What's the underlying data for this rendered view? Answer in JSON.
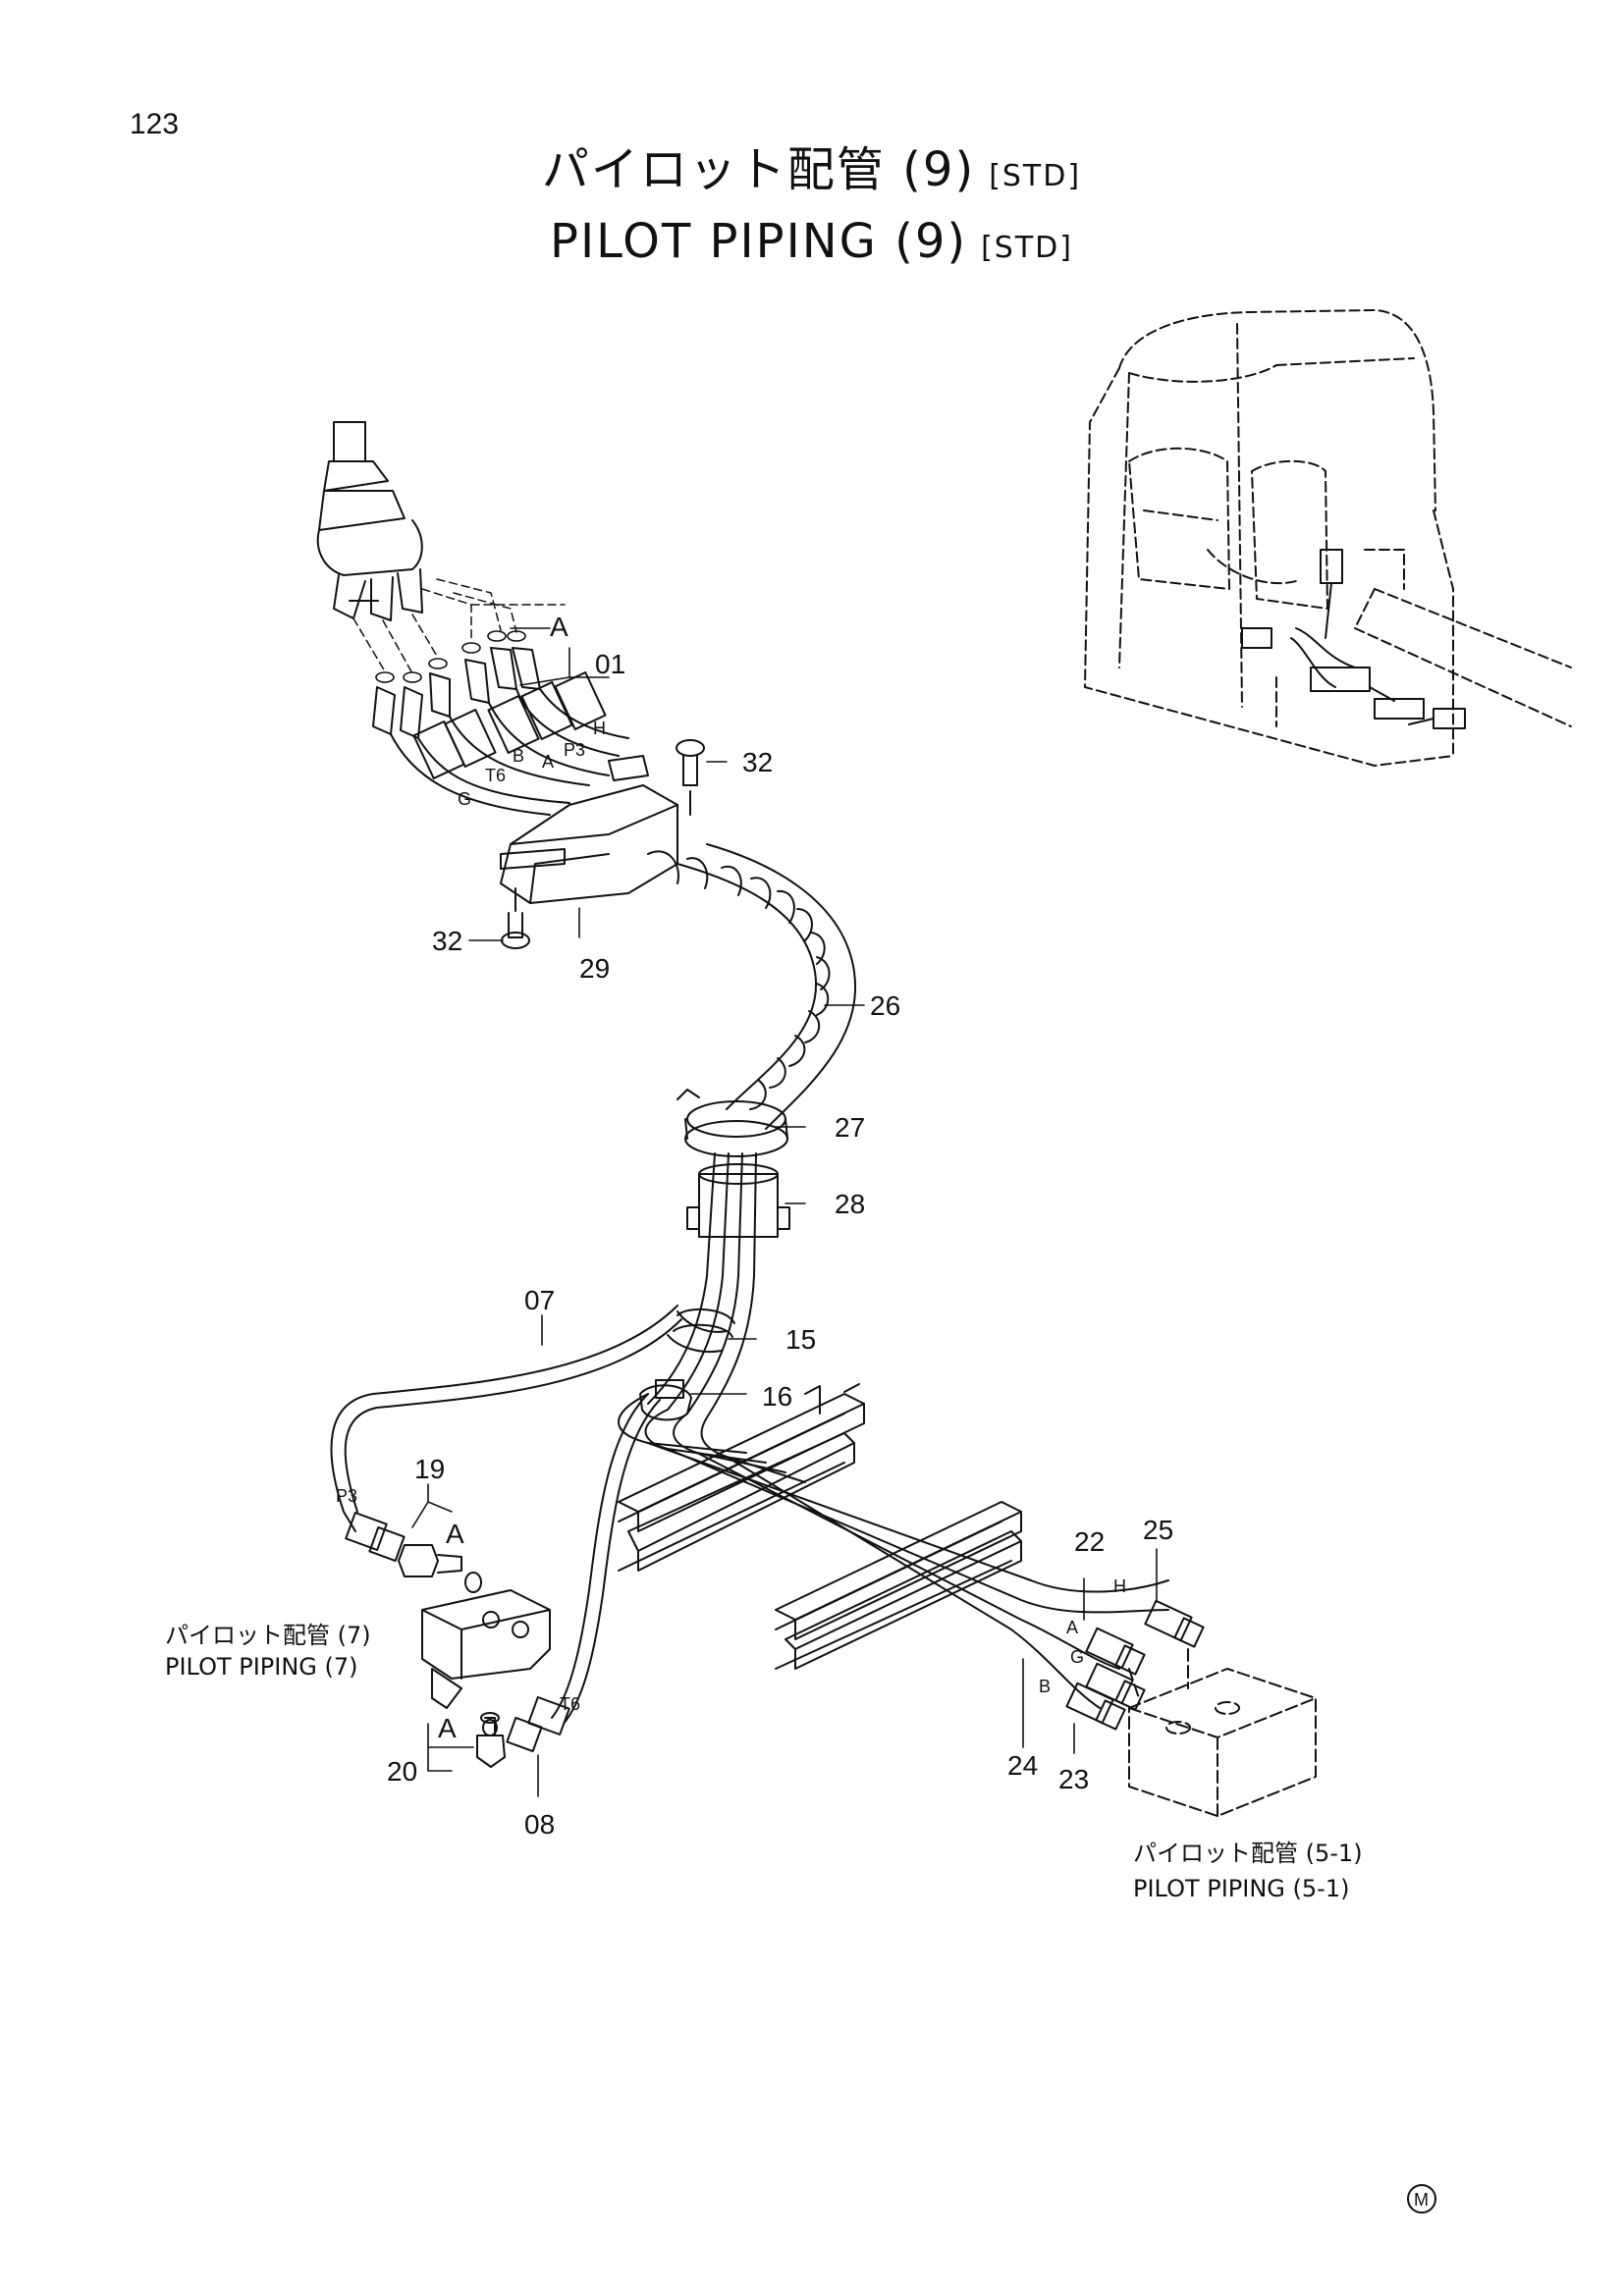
{
  "page_number": "123",
  "title": {
    "jp": "パイロット配管 (9)",
    "jp_tag": "[STD]",
    "en": "PILOT PIPING (9)",
    "en_tag": "[STD]"
  },
  "part_numbers": {
    "p01": "01",
    "p07": "07",
    "p08": "08",
    "p15": "15",
    "p16": "16",
    "p19": "19",
    "p20": "20",
    "p22": "22",
    "p23": "23",
    "p24": "24",
    "p25": "25",
    "p26": "26",
    "p27": "27",
    "p28": "28",
    "p29": "29",
    "p32a": "32",
    "p32b": "32"
  },
  "port_labels": {
    "H": "H",
    "P3_top": "P3",
    "A_top": "A",
    "B_top": "B",
    "T6_top": "T6",
    "G_top": "G",
    "P3_hose": "P3",
    "T6_hose": "T6",
    "H_right": "H",
    "A_right": "A",
    "G_right": "G",
    "B_right": "B"
  },
  "detail_marks": {
    "A_top": "A",
    "A_19": "A",
    "A_20": "A"
  },
  "references": {
    "ref7_jp": "パイロット配管 (7)",
    "ref7_en": "PILOT PIPING (7)",
    "ref51_jp": "パイロット配管 (5-1)",
    "ref51_en": "PILOT PIPING (5-1)"
  },
  "corner_mark": "M"
}
